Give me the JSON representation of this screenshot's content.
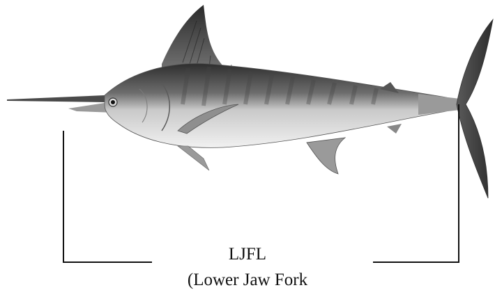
{
  "diagram": {
    "subject_icon": "blue-marlin-illustration",
    "measurement_label": "LJFL",
    "measurement_subtitle": "(Lower Jaw Fork",
    "colors": {
      "ink": "#111111",
      "fish_dark": "#3a3a3a",
      "fish_mid": "#8a8a8a",
      "fish_light": "#e6e6e6",
      "background": "#ffffff"
    }
  }
}
